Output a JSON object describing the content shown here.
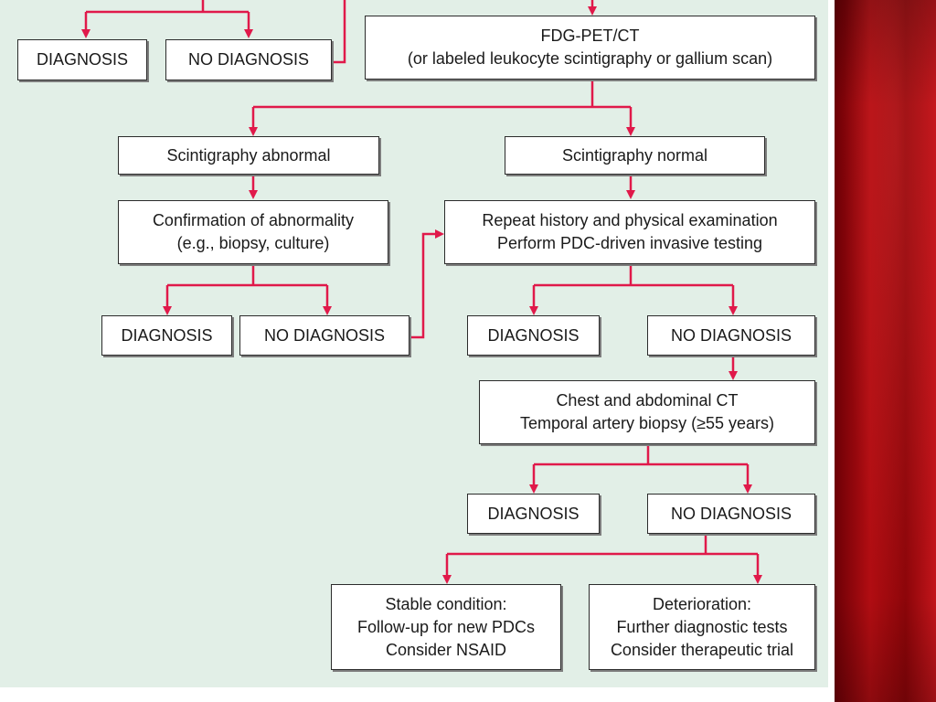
{
  "colors": {
    "connector": "#e0194a",
    "background": "#e2efe7",
    "side_panel": "#a50c10"
  },
  "boxes": {
    "diagnosis_top_left": "DIAGNOSIS",
    "no_diagnosis_top_left": "NO DIAGNOSIS",
    "fdg_pet_ct": "FDG-PET/CT\n(or labeled leukocyte scintigraphy or gallium scan)",
    "scintigraphy_abnormal": "Scintigraphy abnormal",
    "scintigraphy_normal": "Scintigraphy normal",
    "confirmation_abnormality": "Confirmation of abnormality\n(e.g., biopsy, culture)",
    "repeat_history": "Repeat history and physical examination\nPerform PDC-driven invasive testing",
    "diagnosis_mid_left": "DIAGNOSIS",
    "no_diagnosis_mid_left": "NO DIAGNOSIS",
    "diagnosis_mid_right": "DIAGNOSIS",
    "no_diagnosis_mid_right": "NO DIAGNOSIS",
    "chest_abdominal_ct": "Chest and abdominal CT\nTemporal artery biopsy (≥55 years)",
    "diagnosis_lower": "DIAGNOSIS",
    "no_diagnosis_lower": "NO DIAGNOSIS",
    "stable_condition": "Stable condition:\nFollow-up for new PDCs\nConsider NSAID",
    "deterioration": "Deterioration:\nFurther diagnostic tests\nConsider therapeutic trial"
  }
}
